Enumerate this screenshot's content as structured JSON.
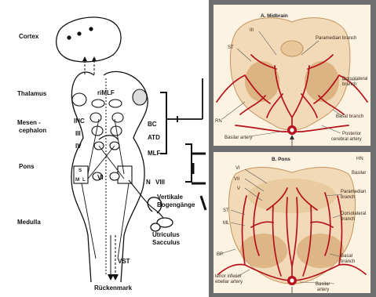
{
  "left_diagram": {
    "regions": {
      "cortex": "Cortex",
      "thalamus": "Thalamus",
      "mesencephalon_line1": "Mesen -",
      "mesencephalon_line2": "cephalon",
      "pons": "Pons",
      "medulla": "Medulla"
    },
    "structures": {
      "rimlf": "riMLF",
      "inc": "INC",
      "nerve_iii": "III",
      "nerve_iv": "IV",
      "bc": "BC",
      "atd": "ATD",
      "mlf": "MLF",
      "nerve_vi": "VI",
      "nucleus_s": "S",
      "nucleus_m": "M",
      "nucleus_l": "L",
      "nucleus_n": "N",
      "nerve_viii": "VIII",
      "vertikale_line1": "Vertikale",
      "vertikale_line2": "Bogengänge",
      "utriculus": "Utriculus",
      "sacculus": "Sacculus",
      "vst": "VST",
      "rueckenmark": "Rückenmark"
    }
  },
  "midbrain_panel": {
    "title": "A. Midbrain",
    "labels": {
      "iii": "III",
      "st": "ST",
      "rn": "RN",
      "paramedian": "Paramedian branch",
      "dorsolateral_line1": "Dorsolateral",
      "dorsolateral_line2": "branch",
      "basal": "Basal branch",
      "posterior_line1": "Posterior",
      "posterior_line2": "cerebral artery",
      "basilar": "Basilar artery"
    }
  },
  "pons_panel": {
    "title": "B. Pons",
    "labels": {
      "hn": "HN",
      "vi": "VI",
      "vii": "VII",
      "v": "V",
      "st": "ST",
      "ml": "ML",
      "bp": "BP",
      "basilar_top": "Basilar",
      "paramedian_line1": "Paramedian",
      "paramedian_line2": "branch",
      "dorsolateral_line1": "Dorsolateral",
      "dorsolateral_line2": "branch",
      "basal_line1": "Basal",
      "basal_line2": "branch",
      "inferior_line1": "terior inferior",
      "inferior_line2": "ebellar artery",
      "basilar_bottom_line1": "Basilar",
      "basilar_bottom_line2": "artery"
    }
  },
  "colors": {
    "panel_frame": "#6e6e6e",
    "tissue": "#f2d9b8",
    "tissue_dark": "#d9ae7c",
    "artery": "#b5121b"
  }
}
